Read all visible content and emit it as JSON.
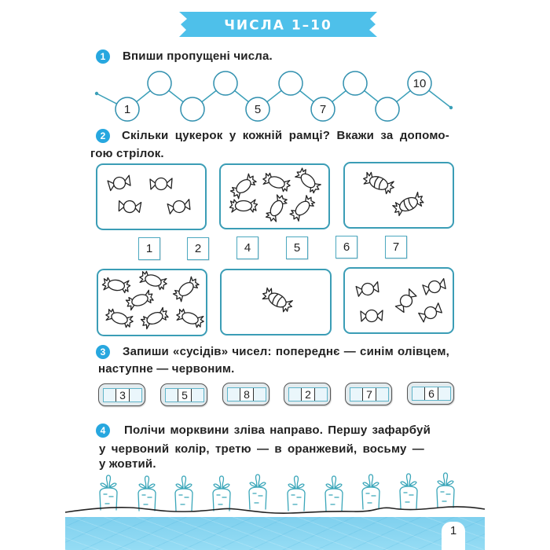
{
  "page": {
    "title": "ЧИСЛА 1–10",
    "page_number": "1"
  },
  "colors": {
    "accent": "#27a7df",
    "banner": "#4ec0ea",
    "frame": "#3b9db6",
    "band": "#88d5f0",
    "text": "#222222"
  },
  "tasks": [
    {
      "number": "1",
      "lines": [
        "Впиши пропущені числа."
      ],
      "chain": [
        "1",
        "",
        "",
        "",
        "5",
        "",
        "7",
        "",
        "",
        "10"
      ]
    },
    {
      "number": "2",
      "lines": [
        "Скільки цукерок у кожній рамці? Вкажи за допомо-",
        "гою стрілок."
      ],
      "frames_top": [
        {
          "candy": "round-candy",
          "count": 4
        },
        {
          "candy": "oval-candy",
          "count": 6
        },
        {
          "candy": "striped-candy",
          "count": 2
        }
      ],
      "answer_boxes": [
        "1",
        "2",
        "4",
        "5",
        "6",
        "7"
      ],
      "frames_bottom": [
        {
          "candy": "oval-candy",
          "count": 7
        },
        {
          "candy": "striped-candy",
          "count": 1
        },
        {
          "candy": "round-candy",
          "count": 5
        }
      ]
    },
    {
      "number": "3",
      "lines": [
        "Запиши «сусідів» чисел: попереднє — синім олівцем,",
        "наступне — червоним."
      ],
      "neighbors": [
        {
          "prev": "",
          "value": "3",
          "next": ""
        },
        {
          "prev": "",
          "value": "5",
          "next": ""
        },
        {
          "prev": "",
          "value": "8",
          "next": ""
        },
        {
          "prev": "",
          "value": "2",
          "next": ""
        },
        {
          "prev": "",
          "value": "7",
          "next": ""
        },
        {
          "prev": "",
          "value": "6",
          "next": ""
        }
      ]
    },
    {
      "number": "4",
      "lines": [
        "Полічи морквини зліва направо. Першу зафарбуй",
        "у червоний колір, третю — в оранжевий, восьму —",
        "у жовтий."
      ],
      "carrots_count": 10
    }
  ]
}
